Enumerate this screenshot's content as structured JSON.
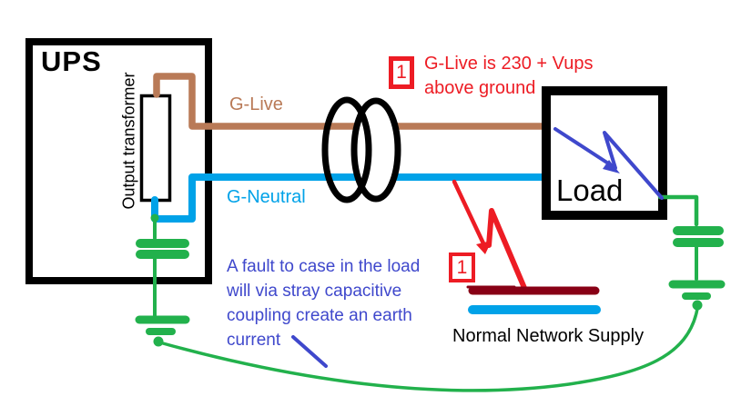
{
  "ups": {
    "label": "UPS",
    "transformer_label": "Output transformer"
  },
  "load": {
    "label": "Load"
  },
  "wires": {
    "live_label": "G-Live",
    "neutral_label": "G-Neutral"
  },
  "annotations": {
    "marker1": "1",
    "marker2": "1",
    "live_note_lines": [
      "G-Live is 230 + Vups",
      "above ground"
    ],
    "fault_note_lines": [
      "A fault to case in the load",
      "will via stray capacitive",
      "coupling create an earth",
      "current"
    ],
    "supply_label": "Normal Network Supply"
  },
  "colors": {
    "live": "#b97a57",
    "neutral": "#00a2e8",
    "earth": "#22b14c",
    "alert": "#ed1c24",
    "supply_live": "#880015",
    "note_blue": "#3f48cc",
    "ink": "#000000"
  }
}
